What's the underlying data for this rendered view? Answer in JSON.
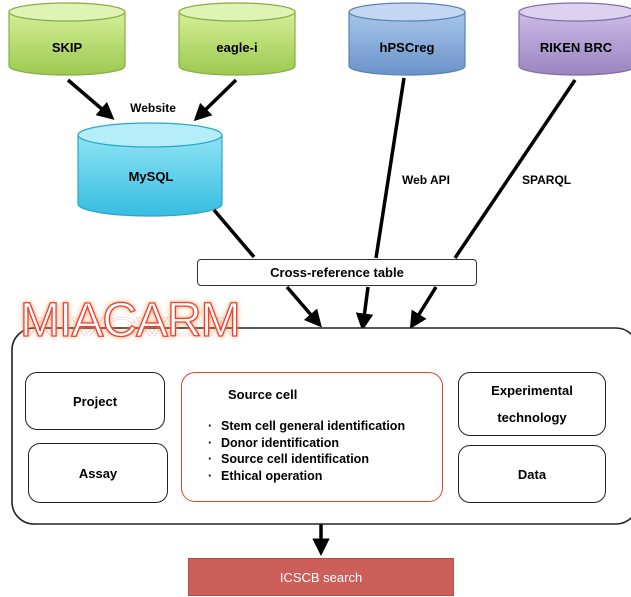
{
  "sources": {
    "skip": "SKIP",
    "eagle": "eagle-i",
    "hpscreg": "hPSCreg",
    "riken": "RIKEN BRC",
    "mysql": "MySQL"
  },
  "edge_labels": {
    "website": "Website",
    "web_api": "Web API",
    "sparql": "SPARQL"
  },
  "cross_reference": "Cross-reference table",
  "miacarm": {
    "title": "MIACARM",
    "project": "Project",
    "assay": "Assay",
    "source_cell": {
      "title": "Source cell",
      "items": [
        "Stem cell general identification",
        "Donor identification",
        "Source cell identification",
        "Ethical operation"
      ]
    },
    "experimental_line1": "Experimental",
    "experimental_line2": "technology",
    "data": "Data"
  },
  "output": "ICSCB search",
  "colors": {
    "green_db": "#b6dc6e",
    "blue_db": "#7fa8d8",
    "purple_db": "#ad99cf",
    "cyan_db": "#59d0ea",
    "source_cell_border": "#e0452a",
    "icscb_fill": "#cd5f5a",
    "miacarm_text": "#e8433a"
  }
}
